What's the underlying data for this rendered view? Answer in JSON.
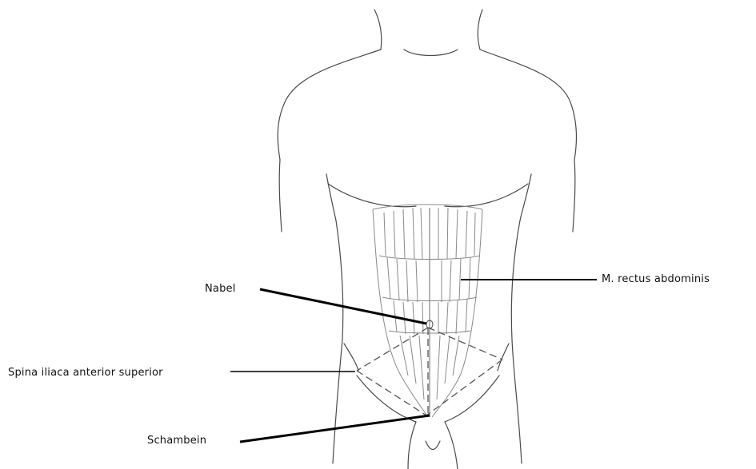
{
  "labels": {
    "rectus": "M. rectus abdominis",
    "nabel": "Nabel",
    "spina": "Spina iliaca anterior superior",
    "schambein": "Schambein"
  },
  "colors": {
    "outline": "#4a4a4a",
    "muscle": "#8a8a8a",
    "leader": "#000000",
    "background": "#ffffff"
  }
}
